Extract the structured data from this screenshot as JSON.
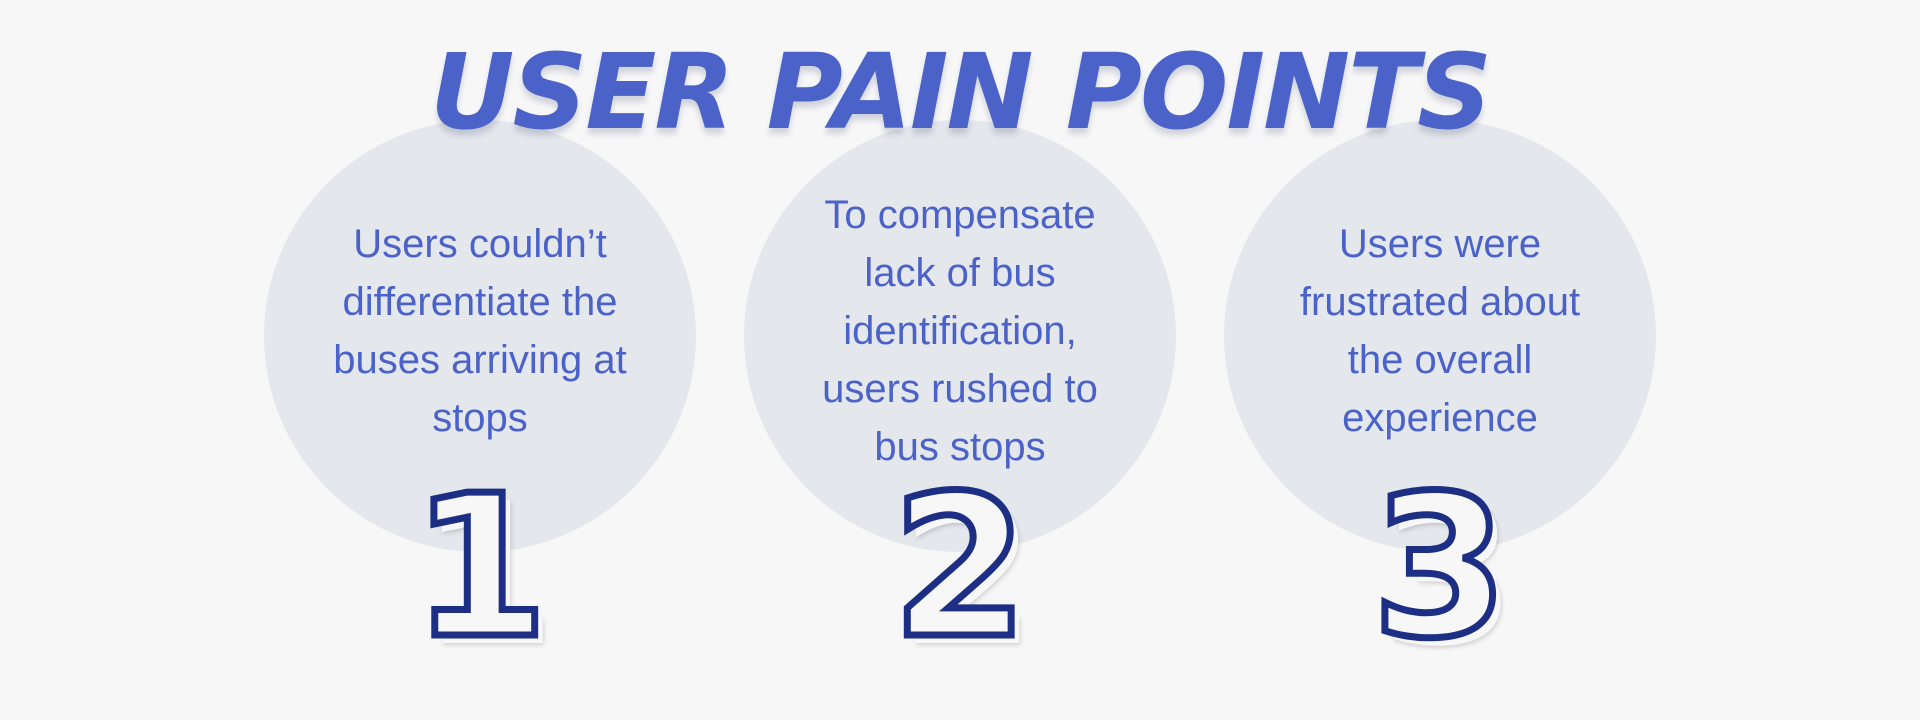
{
  "title": "USER PAIN POINTS",
  "points": [
    {
      "number": "1",
      "description": "Users couldn’t differentiate the buses arriving at stops"
    },
    {
      "number": "2",
      "description": "To compensate lack of bus identification, users rushed to bus stops"
    },
    {
      "number": "3",
      "description": "Users were frustrated about the overall experience"
    }
  ],
  "colors": {
    "background": "#f7f7f8",
    "circle": "#e4e7ec",
    "title_text": "#4b62c9",
    "body_text": "#4b62c9",
    "numeral_outline": "#1d2f84"
  }
}
